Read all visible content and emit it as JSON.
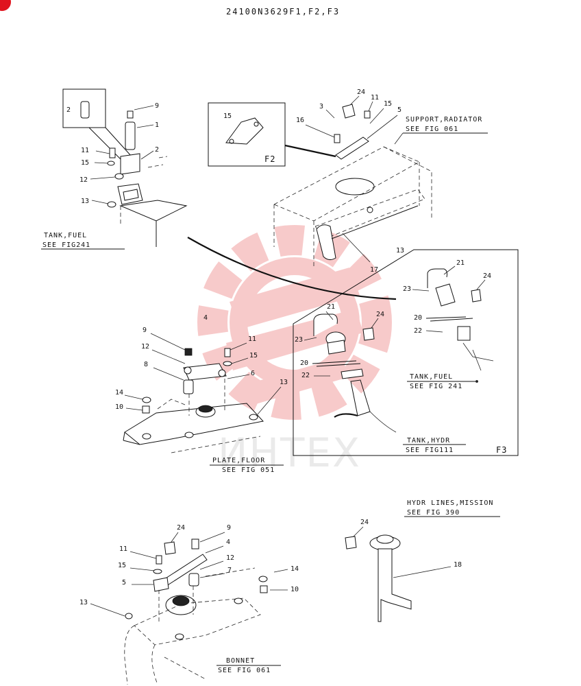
{
  "title": "24100N3629F1,F2,F3",
  "watermark": {
    "text": "ИНТЕХ",
    "color": "#f2a0a0"
  },
  "accent_color": "#e0141e",
  "panels": {
    "f2": "F2",
    "f3": "F3"
  },
  "references": {
    "tank_fuel_1": {
      "line1": "TANK,FUEL",
      "line2": "SEE FIG241"
    },
    "support_radiator": {
      "line1": "SUPPORT,RADIATOR",
      "line2": "SEE FIG 061"
    },
    "tank_fuel_2": {
      "line1": "TANK,FUEL",
      "line2": "SEE FIG 241"
    },
    "tank_hydr": {
      "line1": "TANK,HYDR",
      "line2": "SEE FIG111"
    },
    "plate_floor": {
      "line1": "PLATE,FLOOR",
      "line2": "SEE FIG 051"
    },
    "hydr_lines": {
      "line1": "HYDR LINES,MISSION",
      "line2": "SEE FIG 390"
    },
    "bonnet": {
      "line1": "BONNET",
      "line2": "SEE FIG 061"
    }
  },
  "callouts": {
    "inset_2": "2",
    "tl_9": "9",
    "tl_1": "1",
    "tl_2": "2",
    "tl_11": "11",
    "tl_15": "15",
    "tl_12": "12",
    "tl_13": "13",
    "f2_15": "15",
    "tr_24": "24",
    "tr_3": "3",
    "tr_11": "11",
    "tr_15": "15",
    "tr_5": "5",
    "tr_16": "16",
    "mid_13": "13",
    "mid_17": "17",
    "mid_4": "4",
    "f3_21a": "21",
    "f3_24a": "24",
    "f3_23a": "23",
    "f3_20a": "20",
    "f3_22a": "22",
    "f3_21b": "21",
    "f3_24b": "24",
    "f3_23b": "23",
    "f3_20b": "20",
    "f3_22b": "22",
    "ml_9": "9",
    "ml_11": "11",
    "ml_12": "12",
    "ml_15": "15",
    "ml_8": "8",
    "ml_6": "6",
    "ml_14": "14",
    "ml_10": "10",
    "ml_13": "13",
    "bl_24": "24",
    "bl_9": "9",
    "bl_4": "4",
    "bl_11": "11",
    "bl_12": "12",
    "bl_15": "15",
    "bl_7": "7",
    "bl_5": "5",
    "bl_14": "14",
    "bl_10": "10",
    "bl_13": "13",
    "br_24": "24",
    "br_18": "18"
  }
}
